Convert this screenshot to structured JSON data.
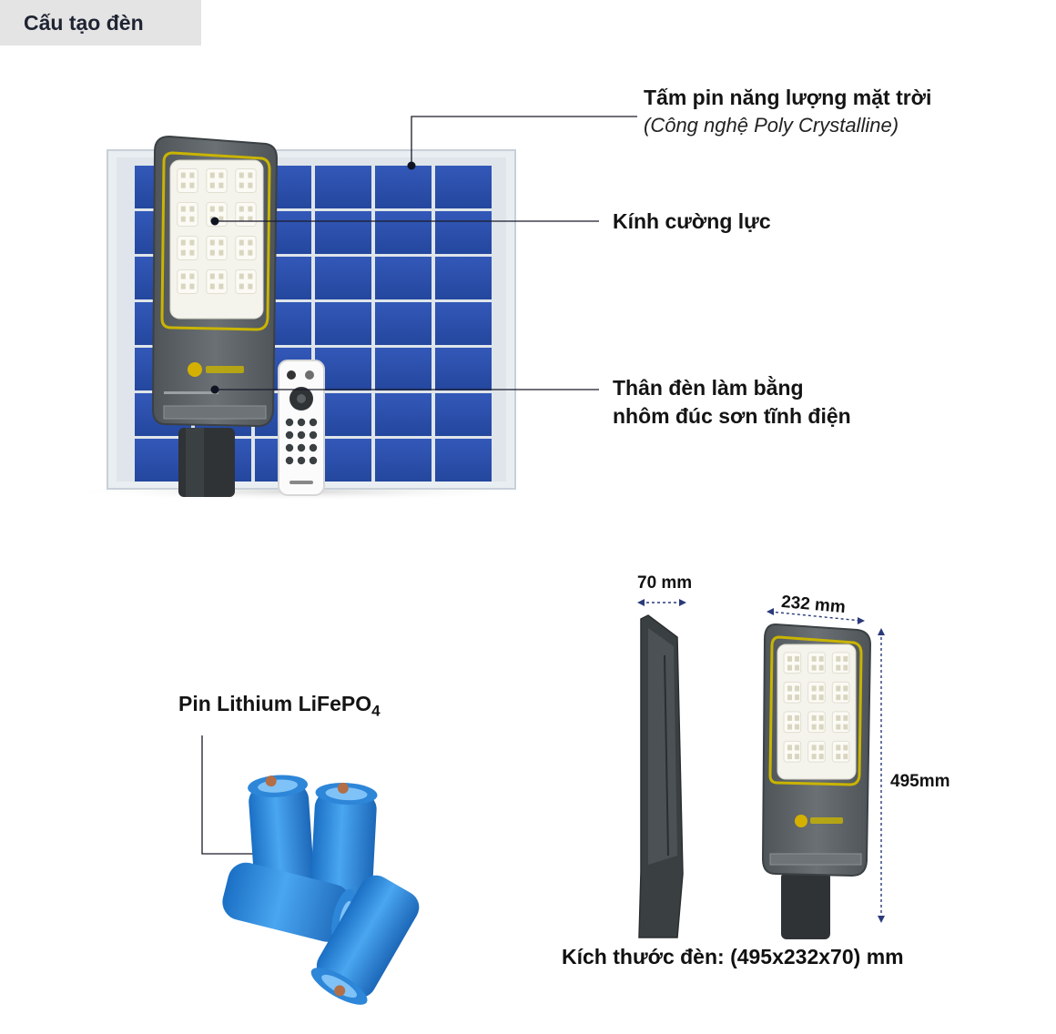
{
  "header": {
    "title": "Cấu tạo đèn"
  },
  "callouts": {
    "panel_title": "Tấm pin năng lượng mặt trời",
    "panel_sub": "(Công nghệ Poly Crystalline)",
    "glass": "Kính cường lực",
    "body_line1": "Thân đèn làm bằng",
    "body_line2": "nhôm đúc sơn tĩnh điện",
    "battery_main": "Pin Lithium LiFePO",
    "battery_sub": "4"
  },
  "dimensions": {
    "depth": "70 mm",
    "width": "232 mm",
    "height": "495mm",
    "caption": "Kích thước đèn: (495x232x70) mm"
  },
  "colors": {
    "panel_blue": "#2b4fae",
    "lamp_body": "#5c6266",
    "lamp_trim": "#c9b400",
    "battery_blue": "#2f8fe0",
    "header_bg": "#e4e4e4"
  },
  "icons": [
    "solar-panel",
    "street-lamp",
    "remote-control",
    "lithium-battery",
    "dimension-arrow"
  ]
}
